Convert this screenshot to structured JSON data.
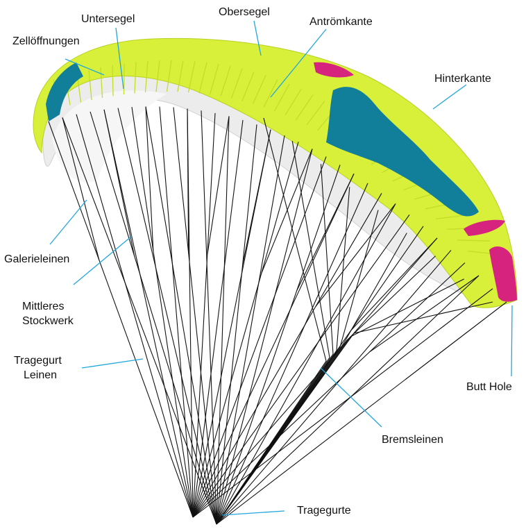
{
  "colors": {
    "canopy": "#d9f03a",
    "canopy_shade": "#c3dc2a",
    "teal": "#127f9a",
    "magenta": "#d6247e",
    "underside": "#ececec",
    "lines": "#111111",
    "leader": "#22a6de"
  },
  "labels": {
    "untersegel": "Untersegel",
    "obersegel": "Obersegel",
    "antroemkante": "Antrömkante",
    "zelloeffnungen": "Zellöffnungen",
    "hinterkante": "Hinterkante",
    "galerieleinen": "Galerieleinen",
    "mittleres_1": "Mittleres",
    "mittleres_2": "Stockwerk",
    "tragegurt_1": "Tragegurt",
    "tragegurt_2": "Leinen",
    "butt_hole": "Butt Hole",
    "bremsleinen": "Bremsleinen",
    "tragegurte": "Tragegurte"
  }
}
